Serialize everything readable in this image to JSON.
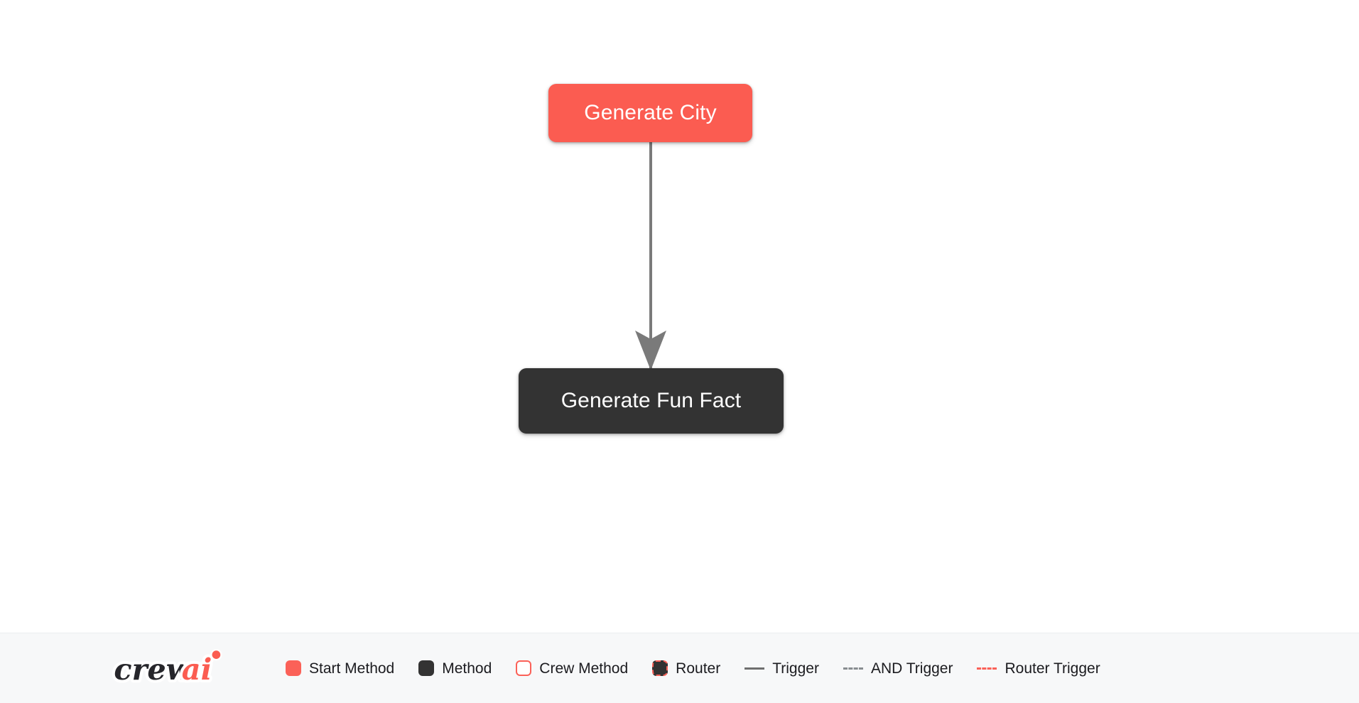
{
  "colors": {
    "canvas_background": "#ffffff",
    "legend_background": "#f7f8f9",
    "start_method": "#fb5c51",
    "method": "#333333",
    "crew_method_border": "#fb6158",
    "router_border": "#fb6158",
    "trigger_line": "#6f6f6f",
    "and_trigger_line": "#888d90",
    "router_trigger_line": "#fb6158",
    "node_text": "#ffffff",
    "legend_text": "#1b1b1f"
  },
  "flow": {
    "nodes": [
      {
        "id": "generate_city",
        "label": "Generate City",
        "type": "start-method"
      },
      {
        "id": "generate_fun_fact",
        "label": "Generate Fun Fact",
        "type": "method"
      }
    ],
    "edges": [
      {
        "from": "generate_city",
        "to": "generate_fun_fact",
        "type": "trigger"
      }
    ]
  },
  "legend": {
    "logo_text_primary": "crew",
    "logo_text_accent": "ai",
    "items": [
      {
        "key": "start-method",
        "label": "Start Method",
        "marker": "swatch-start"
      },
      {
        "key": "method",
        "label": "Method",
        "marker": "swatch-method"
      },
      {
        "key": "crew-method",
        "label": "Crew Method",
        "marker": "swatch-crew"
      },
      {
        "key": "router",
        "label": "Router",
        "marker": "swatch-router"
      },
      {
        "key": "trigger",
        "label": "Trigger",
        "marker": "line-solid"
      },
      {
        "key": "and-trigger",
        "label": "AND Trigger",
        "marker": "line-dashed"
      },
      {
        "key": "router-trigger",
        "label": "Router Trigger",
        "marker": "line-router"
      }
    ]
  }
}
